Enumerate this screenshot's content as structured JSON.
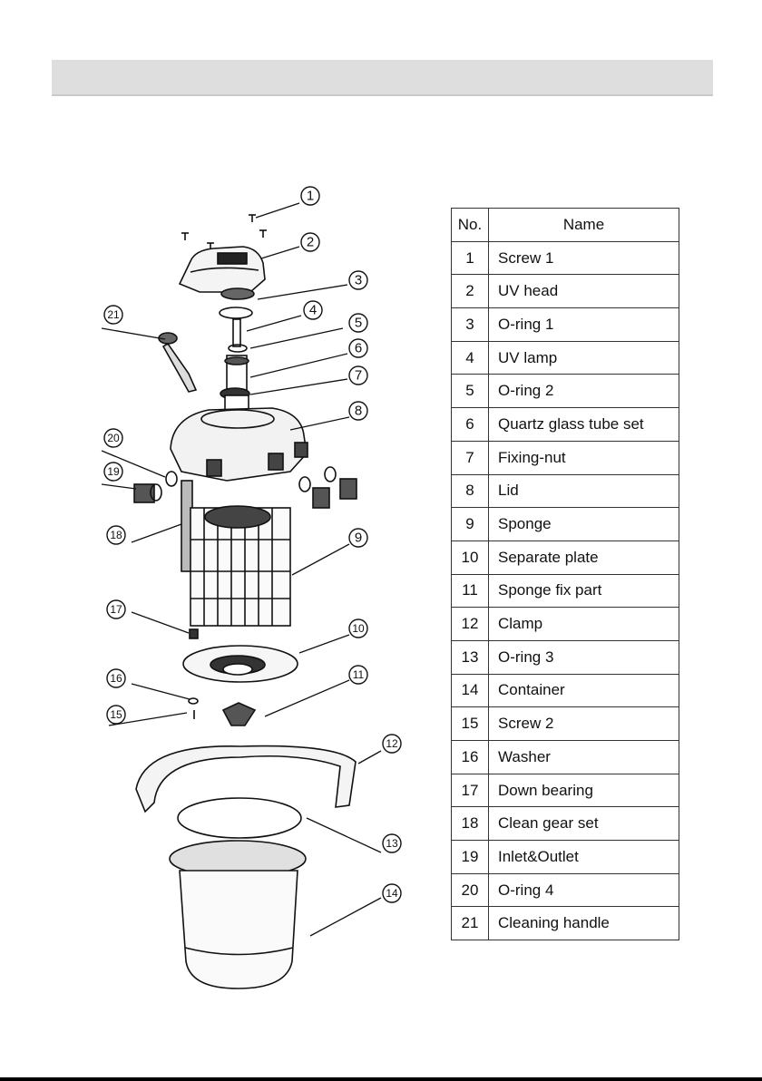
{
  "table": {
    "header_no": "No.",
    "header_name": "Name",
    "rows": [
      {
        "no": "1",
        "name": "Screw 1"
      },
      {
        "no": "2",
        "name": "UV head"
      },
      {
        "no": "3",
        "name": "O-ring 1"
      },
      {
        "no": "4",
        "name": "UV lamp"
      },
      {
        "no": "5",
        "name": "O-ring 2"
      },
      {
        "no": "6",
        "name": "Quartz glass tube set"
      },
      {
        "no": "7",
        "name": "Fixing-nut"
      },
      {
        "no": "8",
        "name": "Lid"
      },
      {
        "no": "9",
        "name": "Sponge"
      },
      {
        "no": "10",
        "name": "Separate plate"
      },
      {
        "no": "11",
        "name": "Sponge fix part"
      },
      {
        "no": "12",
        "name": "Clamp"
      },
      {
        "no": "13",
        "name": "O-ring 3"
      },
      {
        "no": "14",
        "name": "Container"
      },
      {
        "no": "15",
        "name": "Screw 2"
      },
      {
        "no": "16",
        "name": "Washer"
      },
      {
        "no": "17",
        "name": "Down bearing"
      },
      {
        "no": "18",
        "name": "Clean gear set"
      },
      {
        "no": "19",
        "name": "Inlet&Outlet"
      },
      {
        "no": "20",
        "name": "O-ring 4"
      },
      {
        "no": "21",
        "name": "Cleaning handle"
      }
    ]
  },
  "callouts": [
    "1",
    "2",
    "3",
    "4",
    "5",
    "6",
    "7",
    "8",
    "9",
    "10",
    "11",
    "12",
    "13",
    "14",
    "15",
    "16",
    "17",
    "18",
    "19",
    "20",
    "21"
  ]
}
